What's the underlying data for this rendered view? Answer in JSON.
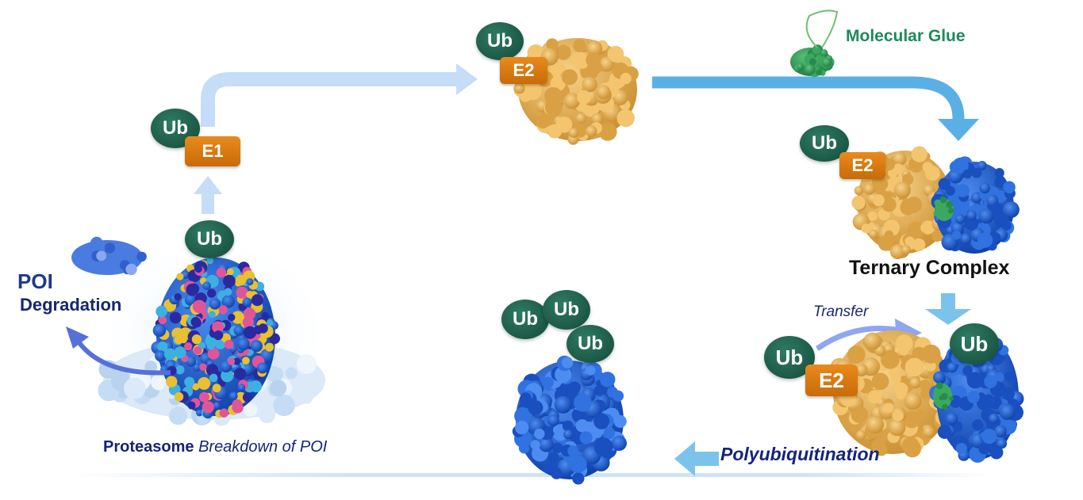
{
  "colors": {
    "ubiquitin": "#1f5c4a",
    "enzyme_box": "#d9790f",
    "arrow_light": "#c6ddf8",
    "arrow_main": "#5ab0e5",
    "e2_protein": "#e8b457",
    "target_protein": "#1f5fcf",
    "molecular_glue": "#2e9a55",
    "navy_text": "#14257a"
  },
  "stages": {
    "e1": {
      "ub": "Ub",
      "enzyme": "E1"
    },
    "free_ub": "Ub",
    "e2": {
      "ub": "Ub",
      "enzyme": "E2"
    },
    "glue": {
      "label": "Molecular Glue"
    },
    "ternary": {
      "ub": "Ub",
      "enzyme": "E2",
      "label": "Ternary Complex"
    },
    "transfer": {
      "ub": "Ub",
      "enzyme": "E2",
      "target_ub": "Ub",
      "label": "Transfer"
    },
    "polyub": {
      "chain": [
        "Ub",
        "Ub",
        "Ub"
      ],
      "label": "Polyubiquitination"
    },
    "proteasome": {
      "label_bold": "Proteasome",
      "label_italic": "Breakdown of POI"
    },
    "degradation": {
      "line1": "POI",
      "line2": "Degradation"
    }
  }
}
